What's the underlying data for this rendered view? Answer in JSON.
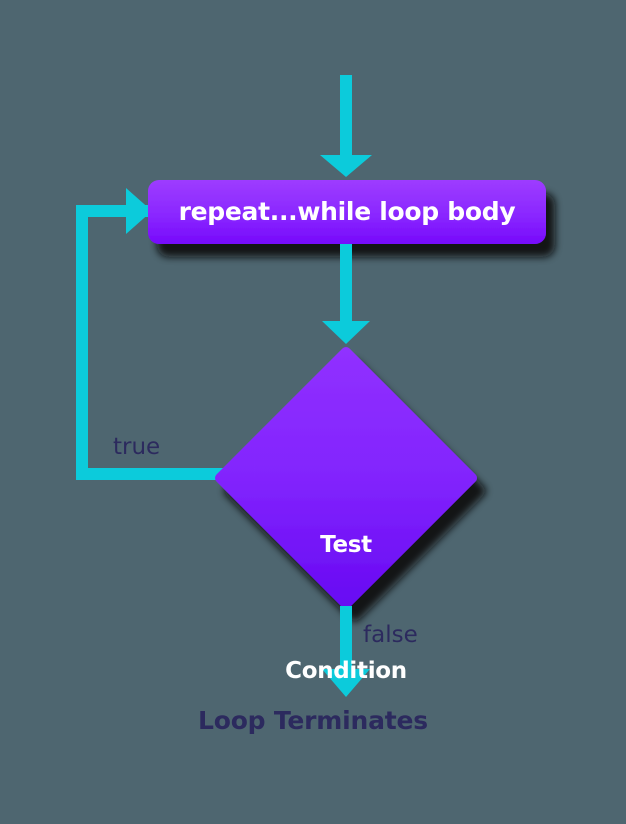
{
  "diagram": {
    "title": "repeat...while loop flowchart",
    "background_color": "#4e6670",
    "nodes": {
      "process": {
        "shape": "rounded-rectangle",
        "text": "repeat...while loop body",
        "fill_top": "#9633ff",
        "fill_bottom": "#7a0dfb",
        "text_color": "#ffffff"
      },
      "decision": {
        "shape": "diamond",
        "text_line1": "Test",
        "text_line2": "Condition",
        "fill_top": "#8c2bff",
        "fill_bottom": "#6a0df5",
        "text_color": "#ffffff"
      },
      "terminal": {
        "shape": "text",
        "text": "Loop Terminates",
        "text_color": "#2c2a5e"
      }
    },
    "edges": [
      {
        "id": "entry",
        "from": "start",
        "to": "process",
        "label": "",
        "color": "#0ccbdb",
        "direction": "down"
      },
      {
        "id": "process-to-decision",
        "from": "process",
        "to": "decision",
        "label": "",
        "color": "#0ccbdb",
        "direction": "down"
      },
      {
        "id": "true-branch",
        "from": "decision",
        "to": "process",
        "label": "true",
        "color": "#0ccbdb",
        "direction": "left-up-right"
      },
      {
        "id": "false-branch",
        "from": "decision",
        "to": "terminal",
        "label": "false",
        "color": "#0ccbdb",
        "direction": "down"
      }
    ],
    "edge_label_color": "#2c2a5e",
    "arrow_color": "#0ccbdb",
    "shadow_color": "#0a0a12"
  }
}
